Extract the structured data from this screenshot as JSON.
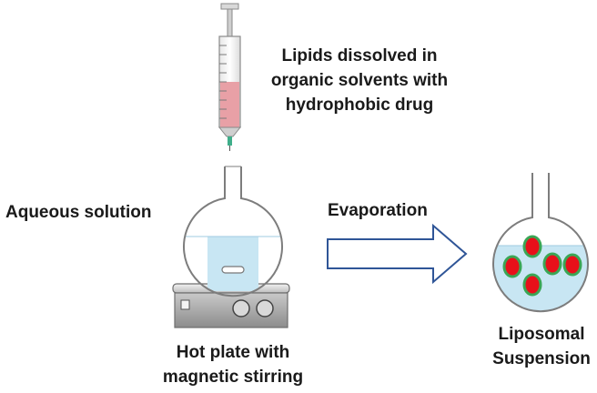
{
  "labels": {
    "syringe_text": [
      "Lipids dissolved in",
      "organic solvents with",
      "hydrophobic drug"
    ],
    "aqueous": "Aqueous solution",
    "evaporation": "Evaporation",
    "hotplate": [
      "Hot plate with",
      "magnetic stirring"
    ],
    "liposomal": [
      "Liposomal",
      "Suspension"
    ]
  },
  "colors": {
    "liquid": "#c8e6f3",
    "lipid_solution": "#e8a0a6",
    "needle_tip": "#3fae8a",
    "arrow_outline": "#2f5597",
    "liposome_core": "#e8101a",
    "liposome_shell": "#3aa655"
  },
  "liposome_count": 5
}
